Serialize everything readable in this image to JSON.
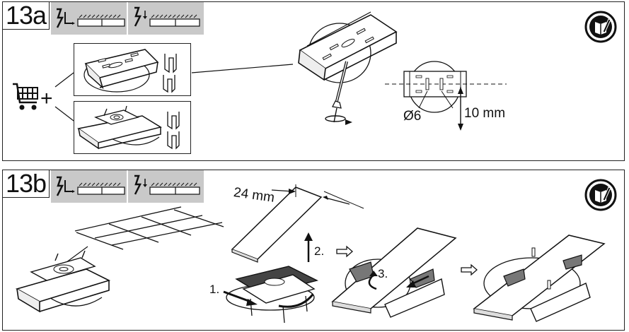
{
  "panel_a": {
    "label": "13a",
    "diameter_label": "Ø6",
    "depth_label": "10 mm"
  },
  "panel_b": {
    "label": "13b",
    "width_label": "24 mm",
    "steps": [
      "1.",
      "2.",
      "3."
    ]
  },
  "icons": {
    "cart": "shopping-cart-icon",
    "plus": "+",
    "read_manual": "read-manual-icon",
    "power_off": "power-off-icon"
  }
}
